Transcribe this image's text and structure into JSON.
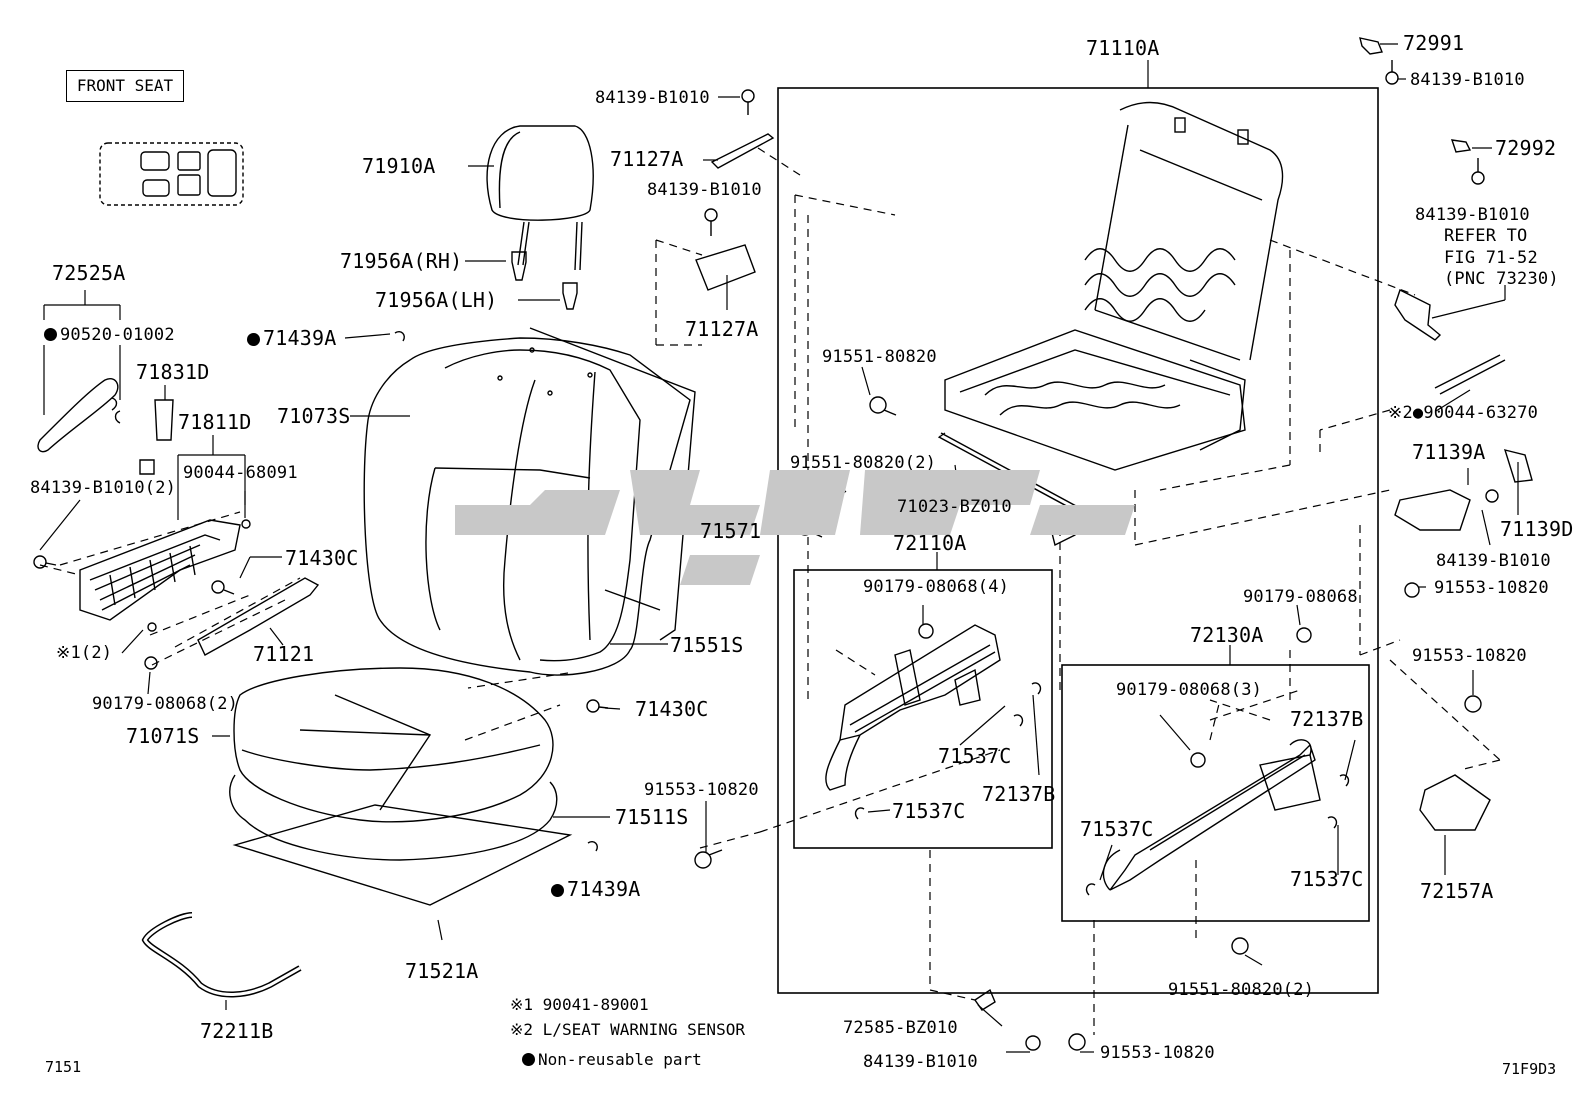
{
  "header": {
    "seat_label": "FRONT SEAT"
  },
  "parts": {
    "p71110A": "71110A",
    "p72991": "72991",
    "p84139_top": "84139-B1010",
    "p84139_a": "84139-B1010",
    "p71127A_top": "71127A",
    "p84139_b": "84139-B1010",
    "p71127A_bot": "71127A",
    "p72992": "72992",
    "p84139_right": "84139-B1010",
    "refer_line1": "REFER TO",
    "refer_line2": "FIG 71-52",
    "refer_line3": "(PNC 73230)",
    "p71910A": "71910A",
    "p71956A_rh": "71956A(RH)",
    "p71956A_lh": "71956A(LH)",
    "p71439A_top": "71439A",
    "p72525A": "72525A",
    "p90520": "90520-01002",
    "p71831D": "71831D",
    "p71811D": "71811D",
    "p90044_68091": "90044-68091",
    "p84139_2": "84139-B1010(2)",
    "p71430C_top": "71430C",
    "p71121": "71121",
    "p_mark1": "※1(2)",
    "p90179_2_left": "90179-08068(2)",
    "p71073S": "71073S",
    "p71571": "71571",
    "p71551S": "71551S",
    "p71430C_mid": "71430C",
    "p71071S": "71071S",
    "p71511S": "71511S",
    "p71439A_bot": "71439A",
    "p71521A": "71521A",
    "p72211B": "72211B",
    "p91551_80820": "91551-80820",
    "p91551_80820_2": "91551-80820(2)",
    "p71023": "71023-BZ010",
    "p72110A": "72110A",
    "p90179_4": "90179-08068(4)",
    "p71537C_a": "71537C",
    "p72137B_a": "72137B",
    "p71537C_b": "71537C",
    "p91553_left": "91553-10820",
    "p90044_63270": "※2●90044-63270",
    "p71139A": "71139A",
    "p71139D": "71139D",
    "p84139_mid": "84139-B1010",
    "p91553_r1": "91553-10820",
    "p90179_single": "90179-08068",
    "p72130A": "72130A",
    "p91553_r2": "91553-10820",
    "p90179_3": "90179-08068(3)",
    "p72137B_b": "72137B",
    "p71537C_c": "71537C",
    "p71537C_d": "71537C",
    "p72157A": "72157A",
    "p91551_bottom": "91551-80820(2)",
    "p72585": "72585-BZ010",
    "p84139_bottom": "84139-B1010",
    "p91553_bottom": "91553-10820"
  },
  "notes": {
    "note1": "※1  90041-89001",
    "note2": "※2  L/SEAT WARNING SENSOR",
    "note3": "Non-reusable part"
  },
  "footer": {
    "left_code": "7151",
    "right_code": "71F9D3"
  },
  "watermark": {
    "color": "#c8c8c8"
  }
}
